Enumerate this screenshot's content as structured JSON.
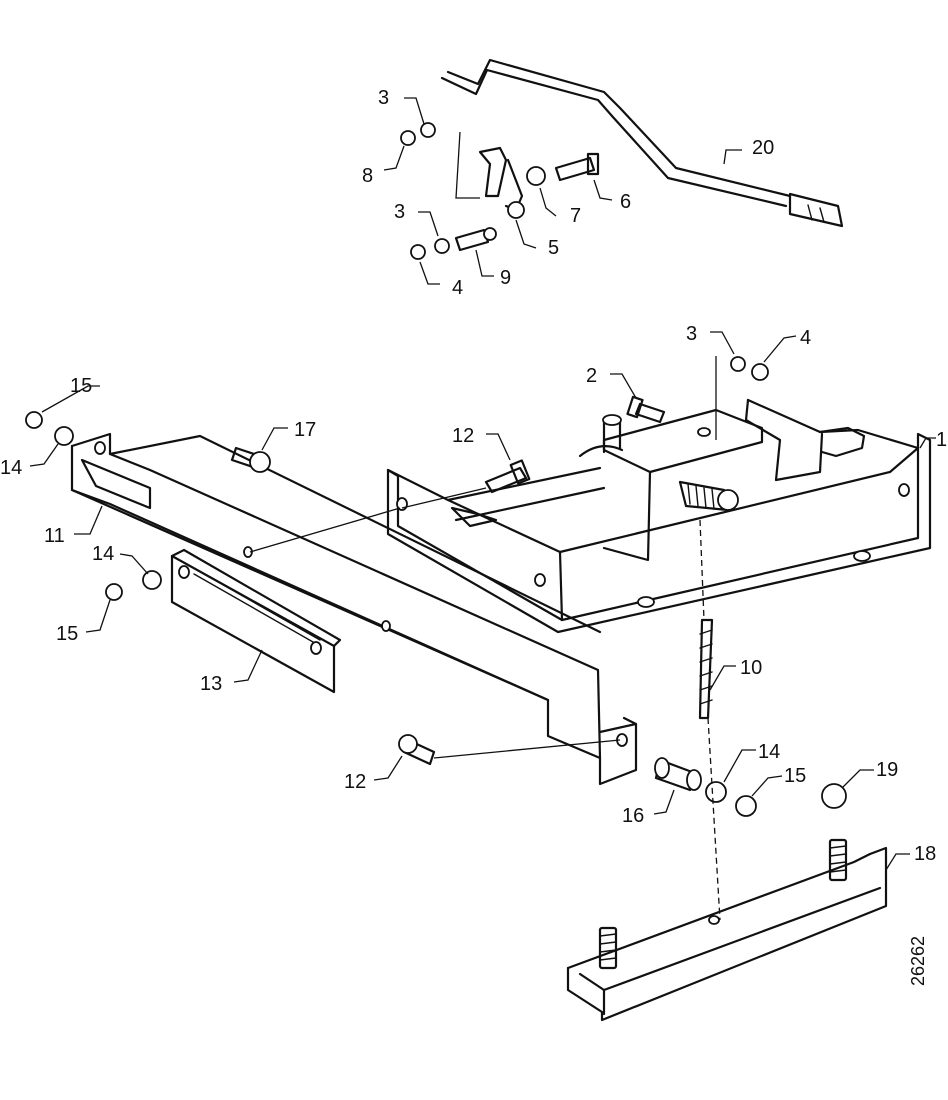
{
  "figure": {
    "reference_number": "26262",
    "callouts": {
      "c20": "20",
      "c3a": "3",
      "c8": "8",
      "c7": "7",
      "c6": "6",
      "c3b": "3",
      "c5": "5",
      "c4a": "4",
      "c9": "9",
      "c3c": "3",
      "c4b": "4",
      "c2": "2",
      "c1": "1",
      "c15a": "15",
      "c14a": "14",
      "c12a": "12",
      "c17": "17",
      "c11": "11",
      "c14b": "14",
      "c15b": "15",
      "c13": "13",
      "c10": "10",
      "c12b": "12",
      "c14c": "14",
      "c15c": "15",
      "c16": "16",
      "c19": "19",
      "c18": "18"
    }
  }
}
